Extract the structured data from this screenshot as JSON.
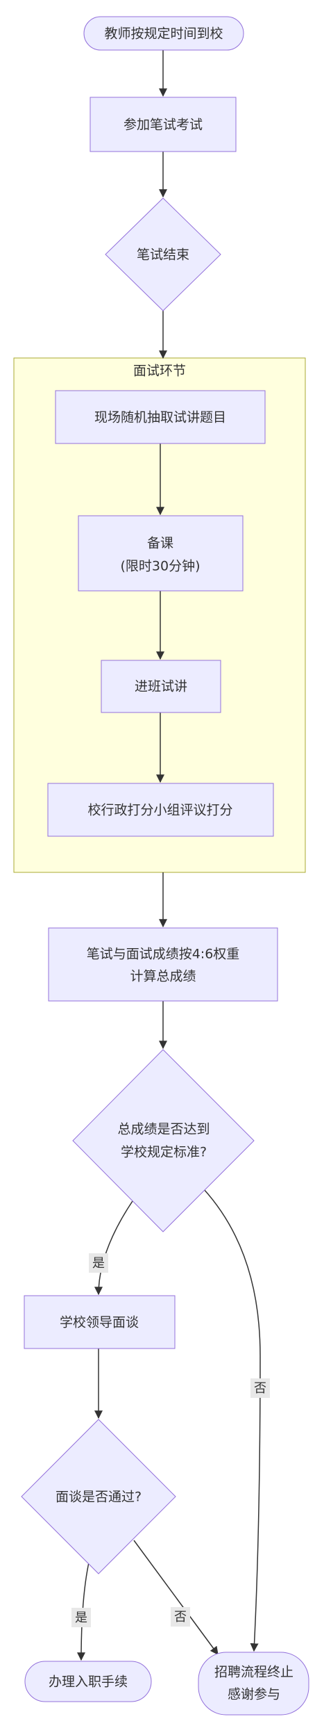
{
  "colors": {
    "node_fill": "#ECECFF",
    "node_stroke": "#9370DB",
    "cluster_fill": "#FFFFDE",
    "cluster_stroke": "#AAAA33",
    "edge_stroke": "#333333",
    "label_bg": "#E8E8E8",
    "text": "#333333"
  },
  "cluster": {
    "title": "面试环节"
  },
  "nodes": {
    "start": "教师按规定时间到校",
    "written_exam": "参加笔试考试",
    "written_end": "笔试结束",
    "draw_topic": "现场随机抽取试讲题目",
    "prepare_line1": "备课",
    "prepare_line2": "(限时30分钟)",
    "trial_lecture": "进班试讲",
    "scoring": "校行政打分小组评议打分",
    "total_line1": "笔试与面试成绩按4:6权重",
    "total_line2": "计算总成绩",
    "standard_line1": "总成绩是否达到",
    "standard_line2": "学校规定标准?",
    "leader_interview": "学校领导面谈",
    "interview_pass": "面谈是否通过?",
    "onboard": "办理入职手续",
    "end_line1": "招聘流程终止",
    "end_line2": "感谢参与"
  },
  "edges": {
    "standard_yes": "是",
    "standard_no": "否",
    "interview_yes": "是",
    "interview_no": "否"
  }
}
